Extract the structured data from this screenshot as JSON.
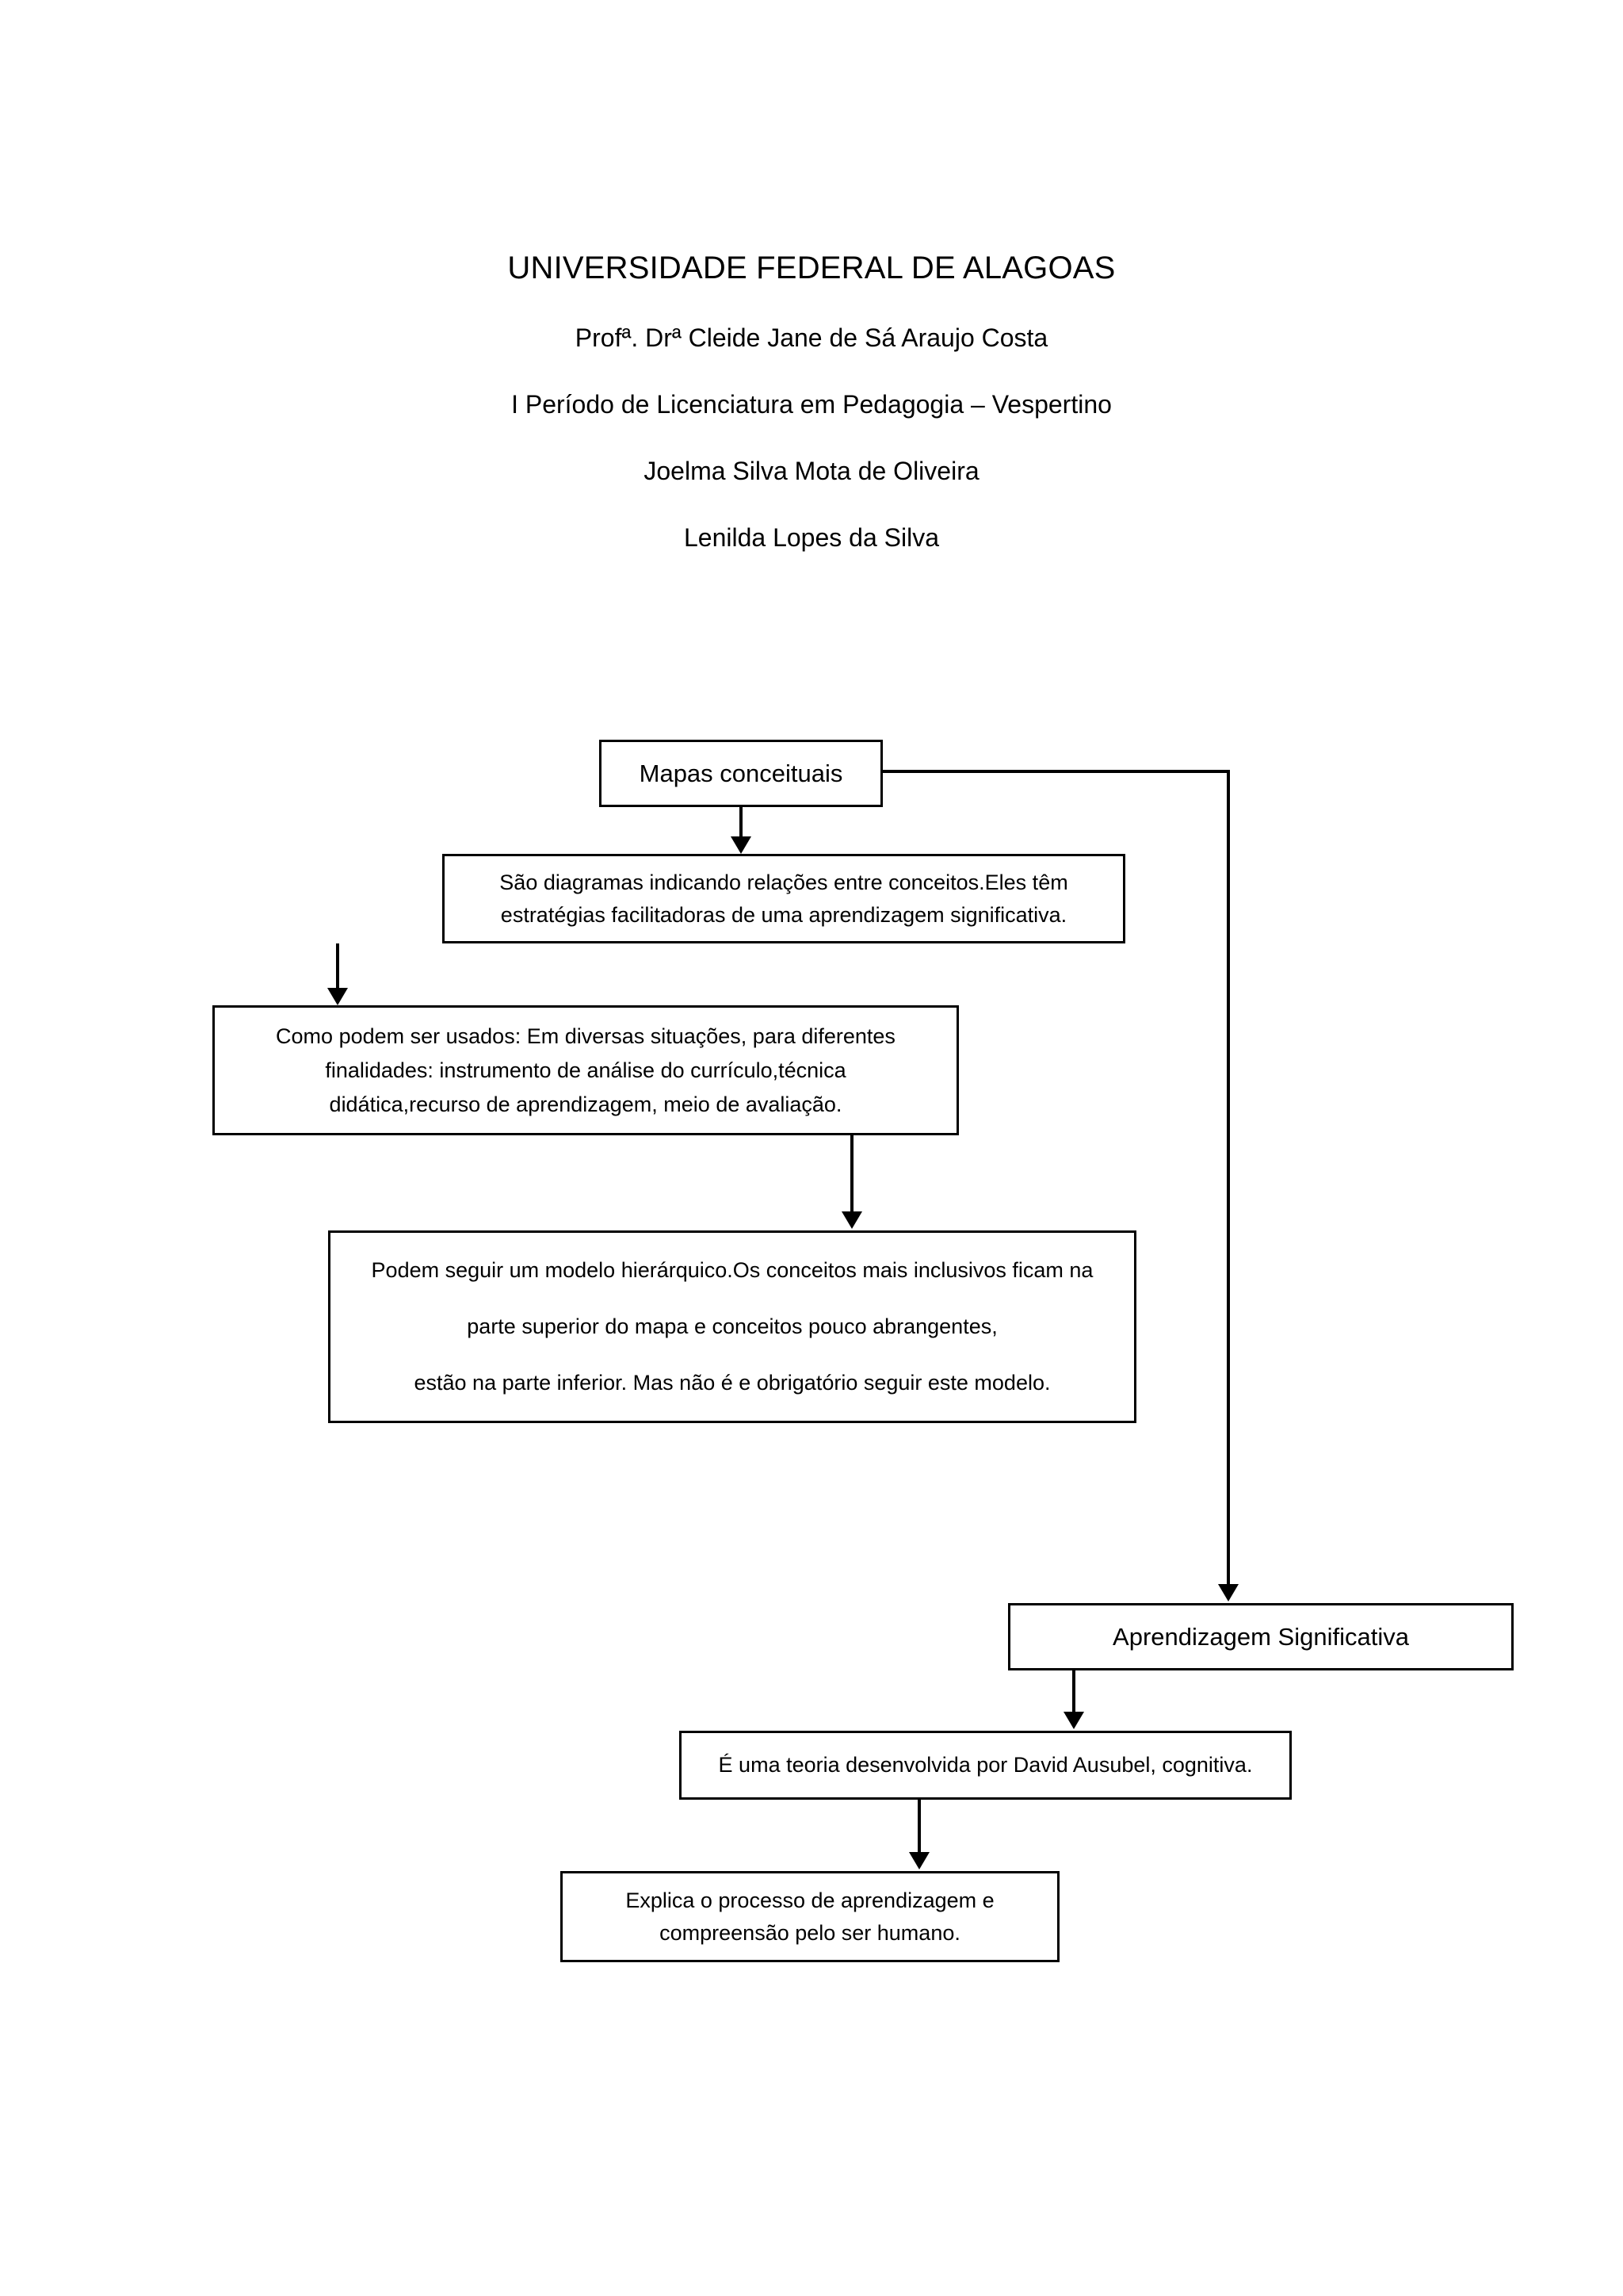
{
  "document": {
    "header": {
      "institution": "UNIVERSIDADE FEDERAL DE ALAGOAS",
      "professor": "Profª. Drª Cleide Jane de Sá Araujo Costa",
      "course": "I Período de Licenciatura em Pedagogia – Vespertino",
      "student_1": "Joelma Silva Mota de Oliveira",
      "student_2": "Lenilda Lopes da Silva"
    }
  },
  "chart_data": {
    "type": "diagram",
    "title": "Mapas conceituais",
    "diagram_kind": "concept-map-flowchart",
    "orientation": "top-down",
    "nodes": [
      {
        "id": "mapas",
        "label": "Mapas conceituais",
        "lines": [
          "Mapas conceituais"
        ]
      },
      {
        "id": "diagramas",
        "label": "São diagramas indicando relações entre conceitos.Eles têm estratégias facilitadoras  de uma aprendizagem significativa.",
        "lines": [
          "São diagramas indicando relações entre conceitos.Eles têm",
          "estratégias facilitadoras  de uma aprendizagem significativa."
        ]
      },
      {
        "id": "usados",
        "label": "Como podem ser usados: Em diversas situações, para diferentes finalidades: instrumento de análise do currículo,técnica didática,recurso de aprendizagem, meio de avaliação.",
        "lines": [
          "Como podem ser usados: Em diversas situações, para diferentes",
          "finalidades: instrumento de análise do currículo,técnica",
          "didática,recurso de aprendizagem, meio de avaliação."
        ]
      },
      {
        "id": "hierarquico",
        "label": "Podem seguir um modelo hierárquico.Os  conceitos mais inclusivos ficam na parte superior do mapa e conceitos  pouco abrangentes, estão na parte inferior.  Mas não é e obrigatório seguir este modelo.",
        "lines": [
          "Podem seguir um modelo hierárquico.Os  conceitos mais inclusivos ficam na",
          "parte superior do mapa e conceitos  pouco abrangentes,",
          "estão na parte inferior.  Mas não é e obrigatório seguir este modelo."
        ]
      },
      {
        "id": "aprendizagem",
        "label": "Aprendizagem Significativa",
        "lines": [
          "Aprendizagem Significativa"
        ]
      },
      {
        "id": "teoria",
        "label": "É uma teoria desenvolvida por David Ausubel, cognitiva.",
        "lines": [
          "É uma teoria desenvolvida por David Ausubel, cognitiva."
        ]
      },
      {
        "id": "explica",
        "label": "Explica o processo de aprendizagem e compreensão pelo ser humano.",
        "lines": [
          "Explica o processo de aprendizagem e",
          "compreensão pelo ser humano."
        ]
      }
    ],
    "edges": [
      {
        "from": "mapas",
        "to": "diagramas",
        "style": "straight-down",
        "arrow": true
      },
      {
        "from": "diagramas",
        "to": "usados",
        "style": "straight-down",
        "arrow": true
      },
      {
        "from": "usados",
        "to": "hierarquico",
        "style": "straight-down",
        "arrow": true
      },
      {
        "from": "mapas",
        "to": "aprendizagem",
        "style": "right-then-down",
        "arrow": true
      },
      {
        "from": "aprendizagem",
        "to": "teoria",
        "style": "straight-down",
        "arrow": true
      },
      {
        "from": "teoria",
        "to": "explica",
        "style": "straight-down",
        "arrow": true
      }
    ],
    "colors": {
      "stroke": "#000000",
      "fill": "#ffffff",
      "text": "#000000"
    }
  }
}
